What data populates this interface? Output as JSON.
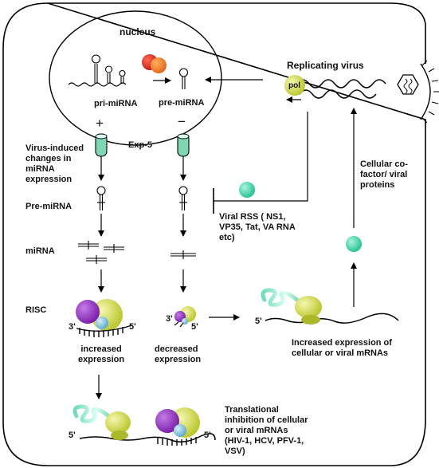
{
  "labels": {
    "nucleus": "nucleus",
    "pri_mirna": "pri-miRNA",
    "pre_mirna_nucleus": "pre-miRNA",
    "replicating_virus": "Replicating virus",
    "pol": "pol",
    "plus": "+",
    "minus": "−",
    "exp5": "Exp-5",
    "virus_induced": [
      "Virus-induced",
      "changes in",
      "miRNA",
      "expression"
    ],
    "pre_mirna": "Pre-miRNA",
    "mirna": "miRNA",
    "risc": "RISC",
    "viral_rss": [
      "Viral RSS ( NS1,",
      "VP35, Tat, VA RNA",
      "etc)"
    ],
    "cofactor": [
      "Cellular co-",
      "factor/ viral",
      "proteins"
    ],
    "increased_expression": [
      "increased",
      "expression"
    ],
    "decreased_expression": [
      "decreased",
      "expression"
    ],
    "increased_expression_mrna": [
      "Increased expression of",
      "cellular or viral mRNAs"
    ],
    "translational": [
      "Translational",
      "inhibition of cellular",
      "or viral mRNAs",
      "(HIV-1, HCV, PFV-1,",
      "VSV)"
    ],
    "three_prime": "3'",
    "five_prime": "5'"
  },
  "colors": {
    "ago_yellow": "#cfd94a",
    "dicer_purple": "#8a2bbf",
    "cyan_protein": "#3ed6a8",
    "orange_enzyme": "#e8741c",
    "red_enzyme": "#d4201c",
    "blue_domain": "#6fb6d6"
  }
}
